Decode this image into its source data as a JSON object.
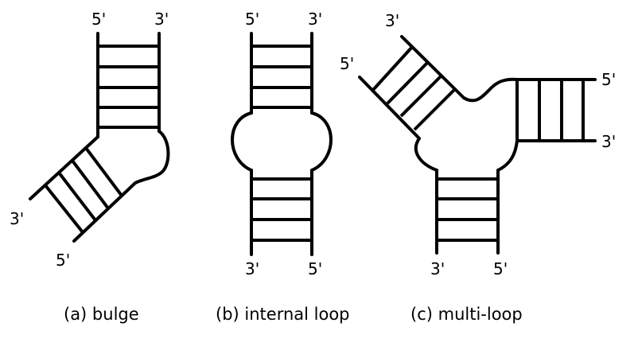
{
  "panels": {
    "bulge": {
      "caption": "(a) bulge",
      "top": {
        "left_end": "5'",
        "right_end": "3'"
      },
      "lower": {
        "outer_end": "3'",
        "inner_end": "5'"
      }
    },
    "internal_loop": {
      "caption": "(b) internal loop",
      "top": {
        "left_end": "5'",
        "right_end": "3'"
      },
      "bottom": {
        "left_end": "3'",
        "right_end": "5'"
      }
    },
    "multi_loop": {
      "caption": "(c) multi-loop",
      "upper_left": {
        "outer_end": "3'",
        "inner_end": "5'"
      },
      "right": {
        "top_end": "5'",
        "bottom_end": "3'"
      },
      "bottom": {
        "left_end": "3'",
        "right_end": "5'"
      }
    }
  },
  "colors": {
    "stroke": "#000000",
    "background": "#ffffff"
  }
}
